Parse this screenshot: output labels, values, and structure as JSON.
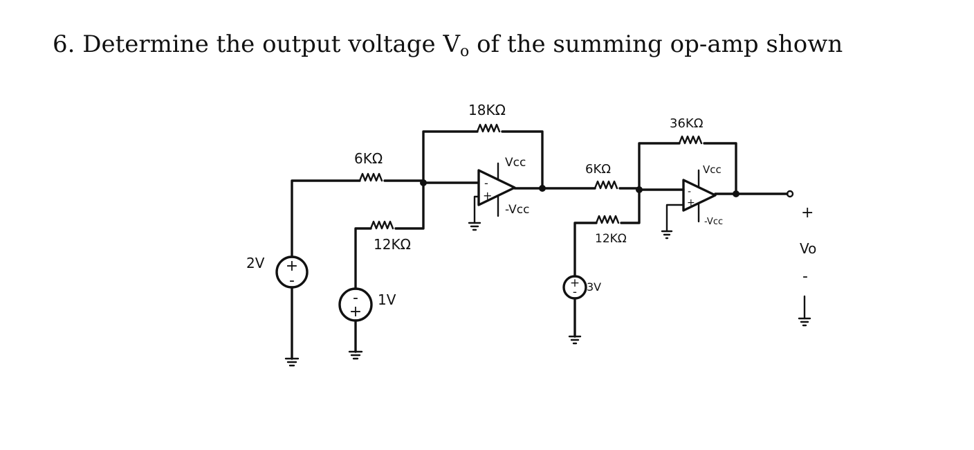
{
  "question": {
    "number": "6.",
    "text_before": "Determine the output voltage V",
    "subscript": "o",
    "text_after": "of the summing op-amp shown"
  },
  "circuit": {
    "sources": {
      "v1": "2V",
      "v2": "1V",
      "v3": "3V"
    },
    "resistors": {
      "r_in1": "6KΩ",
      "r_in2": "12KΩ",
      "r_f1": "18KΩ",
      "r_in3": "6KΩ",
      "r_in4": "12KΩ",
      "r_f2": "36KΩ"
    },
    "supplies": {
      "opamp1_pos": "Vcc",
      "opamp1_neg": "-Vcc",
      "opamp2_pos": "Vcc",
      "opamp2_neg": "-Vcc"
    },
    "output": {
      "label": "Vo",
      "plus": "+",
      "minus": "-"
    },
    "polarity": {
      "plus": "+",
      "minus": "-"
    }
  }
}
